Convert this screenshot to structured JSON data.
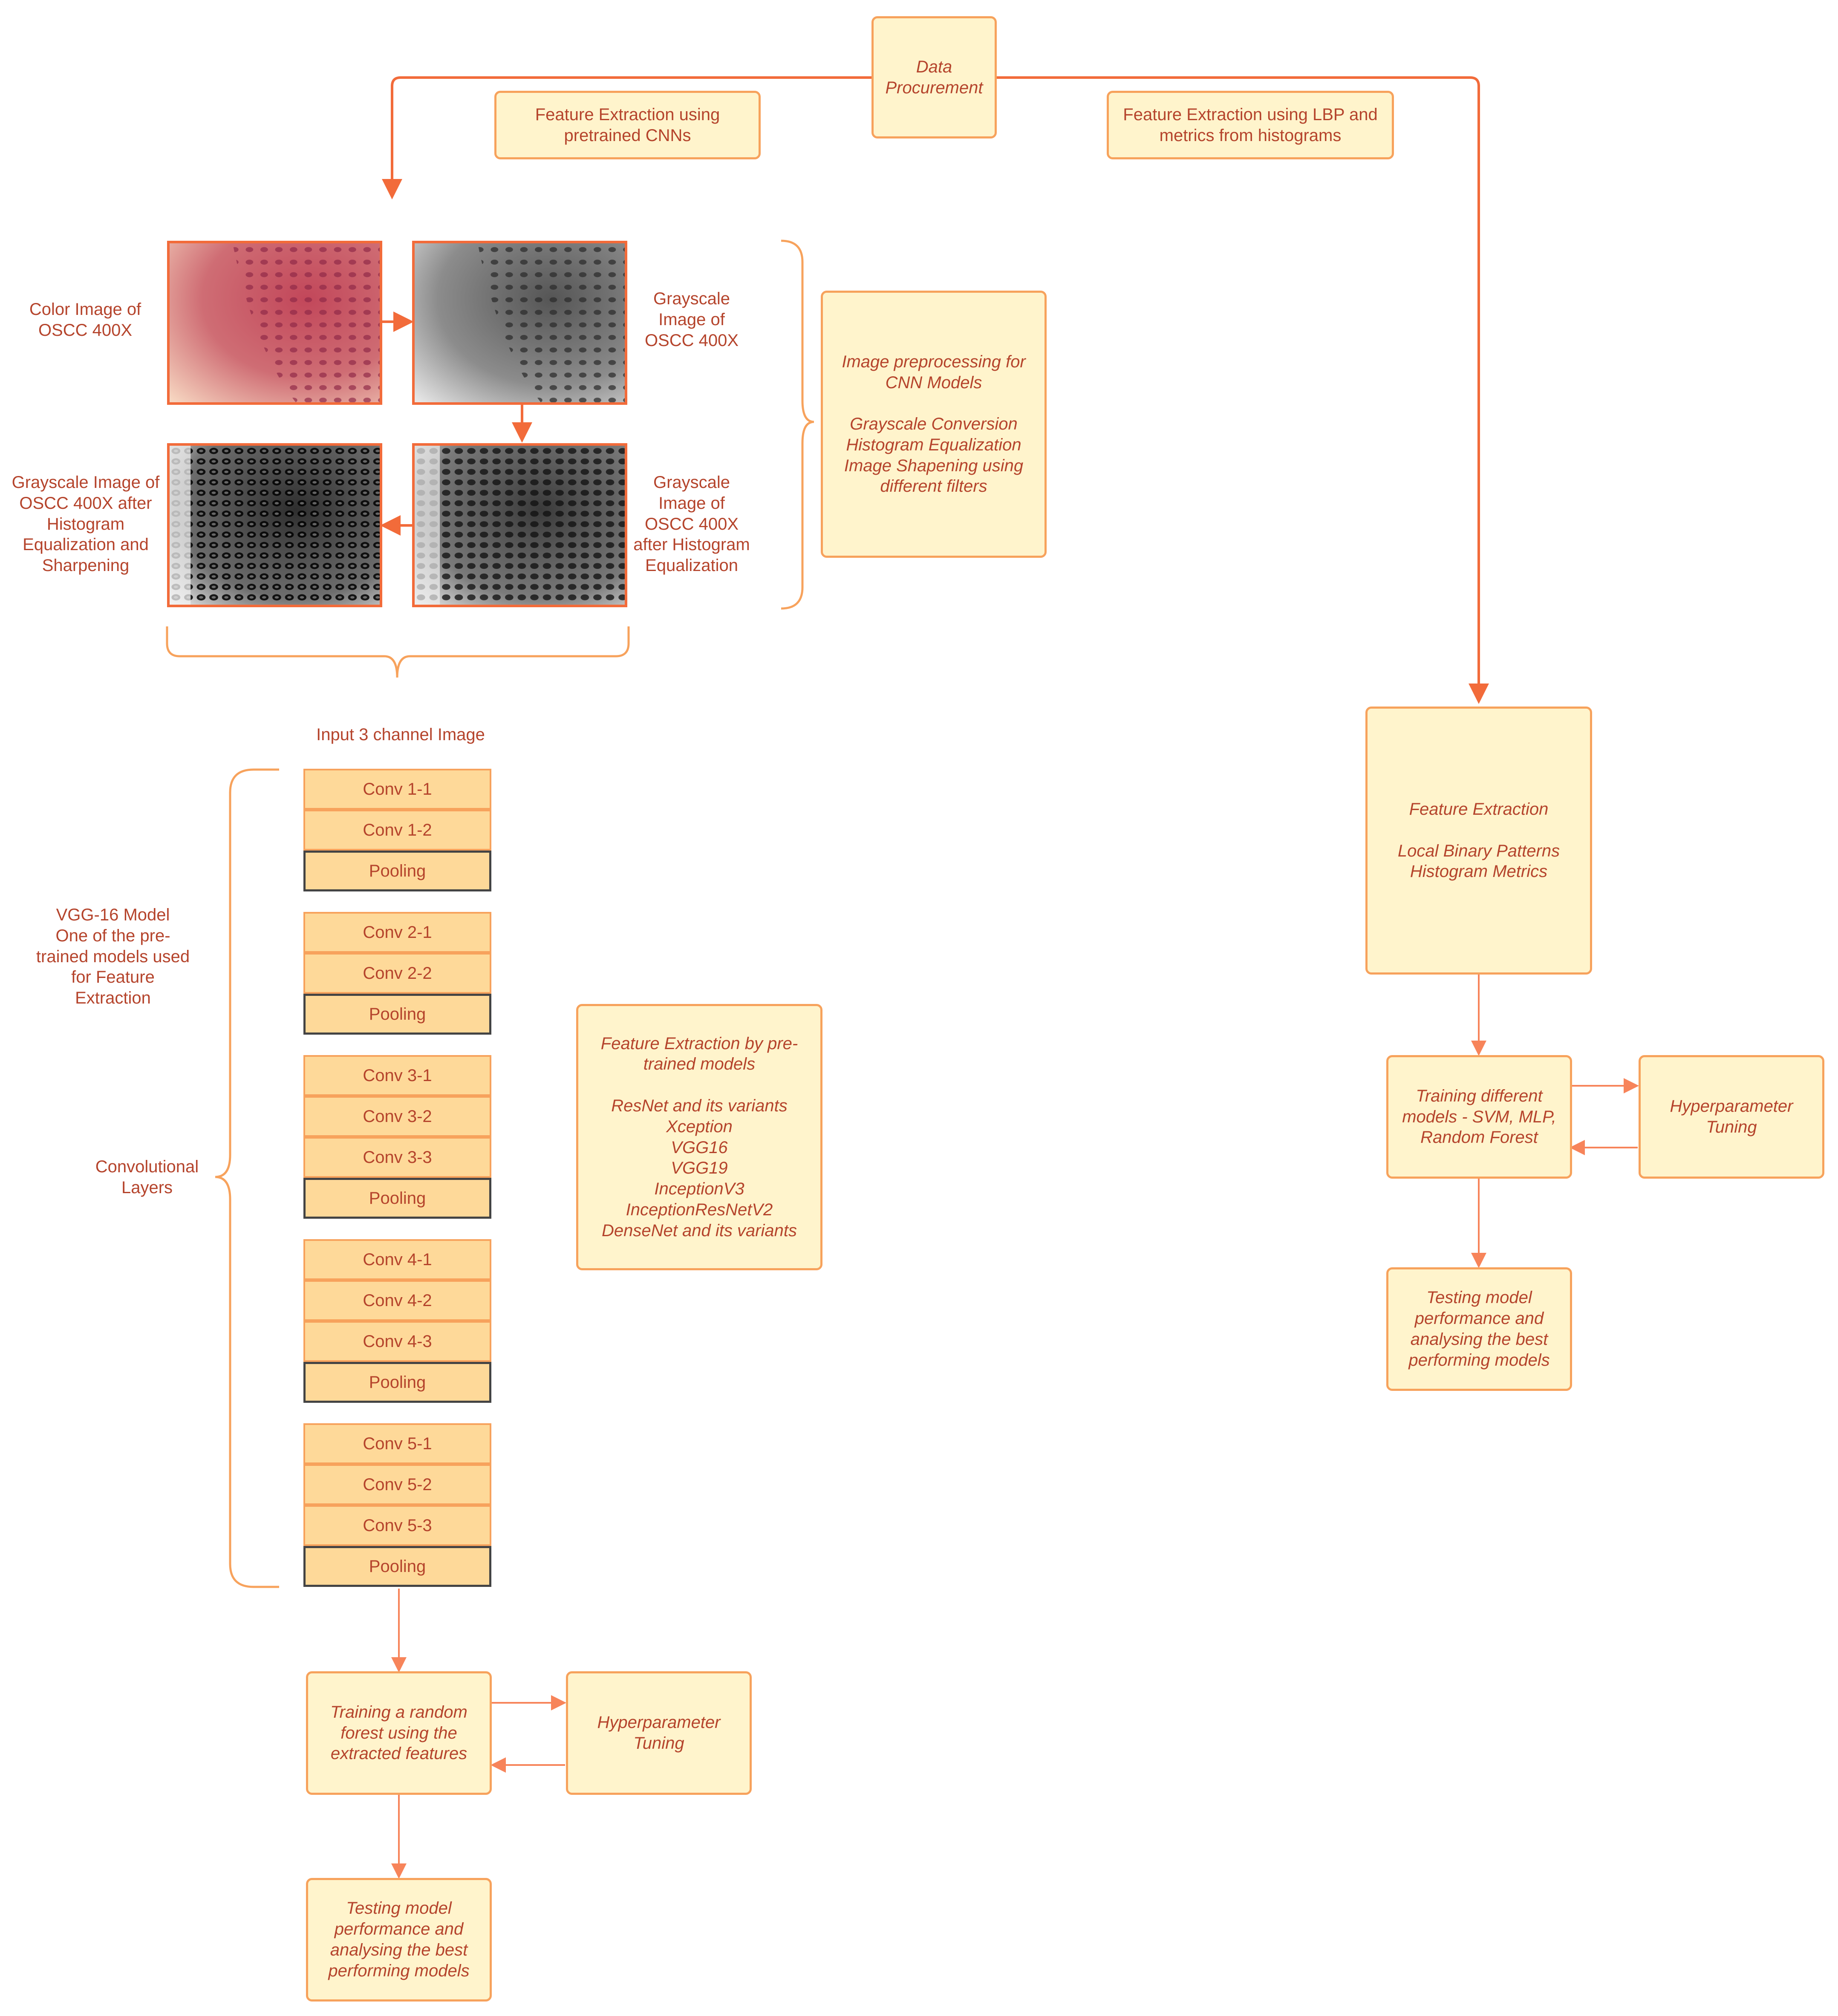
{
  "colors": {
    "accent_orange": "#f26b3a",
    "box_fill": "#fff4cc",
    "box_border": "#f7a25c",
    "layer_fill": "#fed999",
    "pool_border": "#444444",
    "text": "#b5442c"
  },
  "top": {
    "data_procurement": "Data\nProcurement",
    "cnn_branch_label": "Feature Extraction using\npretrained CNNs",
    "lbp_branch_label": "Feature Extraction using LBP and\nmetrics from histograms"
  },
  "preprocessing": {
    "color_image_label": "Color Image of\nOSCC 400X",
    "grayscale_image_label": "Grayscale\nImage of\nOSCC 400X",
    "hist_eq_image_label": "Grayscale\nImage of\nOSCC 400X\nafter Histogram\nEqualization",
    "sharpened_image_label": "Grayscale Image of\nOSCC 400X after\nHistogram\nEqualization and\nSharpening",
    "note": "Image preprocessing for\nCNN Models\n\nGrayscale Conversion\nHistogram Equalization\nImage Shapening using\ndifferent filters"
  },
  "vgg": {
    "input_label": "Input 3 channel Image",
    "model_label": "VGG-16 Model\nOne of the pre-\ntrained models used\nfor Feature\nExtraction",
    "conv_layers_label": "Convolutional\nLayers",
    "layers": [
      "Conv 1-1",
      "Conv 1-2",
      "Pooling",
      "Conv 2-1",
      "Conv 2-2",
      "Pooling",
      "Conv 3-1",
      "Conv 3-2",
      "Conv 3-3",
      "Pooling",
      "Conv 4-1",
      "Conv 4-2",
      "Conv 4-3",
      "Pooling",
      "Conv 5-1",
      "Conv 5-2",
      "Conv 5-3",
      "Pooling"
    ],
    "pretrained_note": "Feature Extraction by pre-\ntrained models\n\nResNet and its variants\nXception\nVGG16\nVGG19\nInceptionV3\nInceptionResNetV2\nDenseNet and its variants"
  },
  "left_pipeline": {
    "training": "Training a random\nforest using the\nextracted features",
    "hyperparameter": "Hyperparameter\nTuning",
    "testing": "Testing model\nperformance and\nanalysing the best\nperforming models"
  },
  "right_pipeline": {
    "feature_extraction": "Feature Extraction\n\nLocal Binary Patterns\nHistogram Metrics",
    "training": "Training different\nmodels - SVM, MLP,\nRandom Forest",
    "hyperparameter": "Hyperparameter\nTuning",
    "testing": "Testing model\nperformance and\nanalysing the best\nperforming models"
  }
}
